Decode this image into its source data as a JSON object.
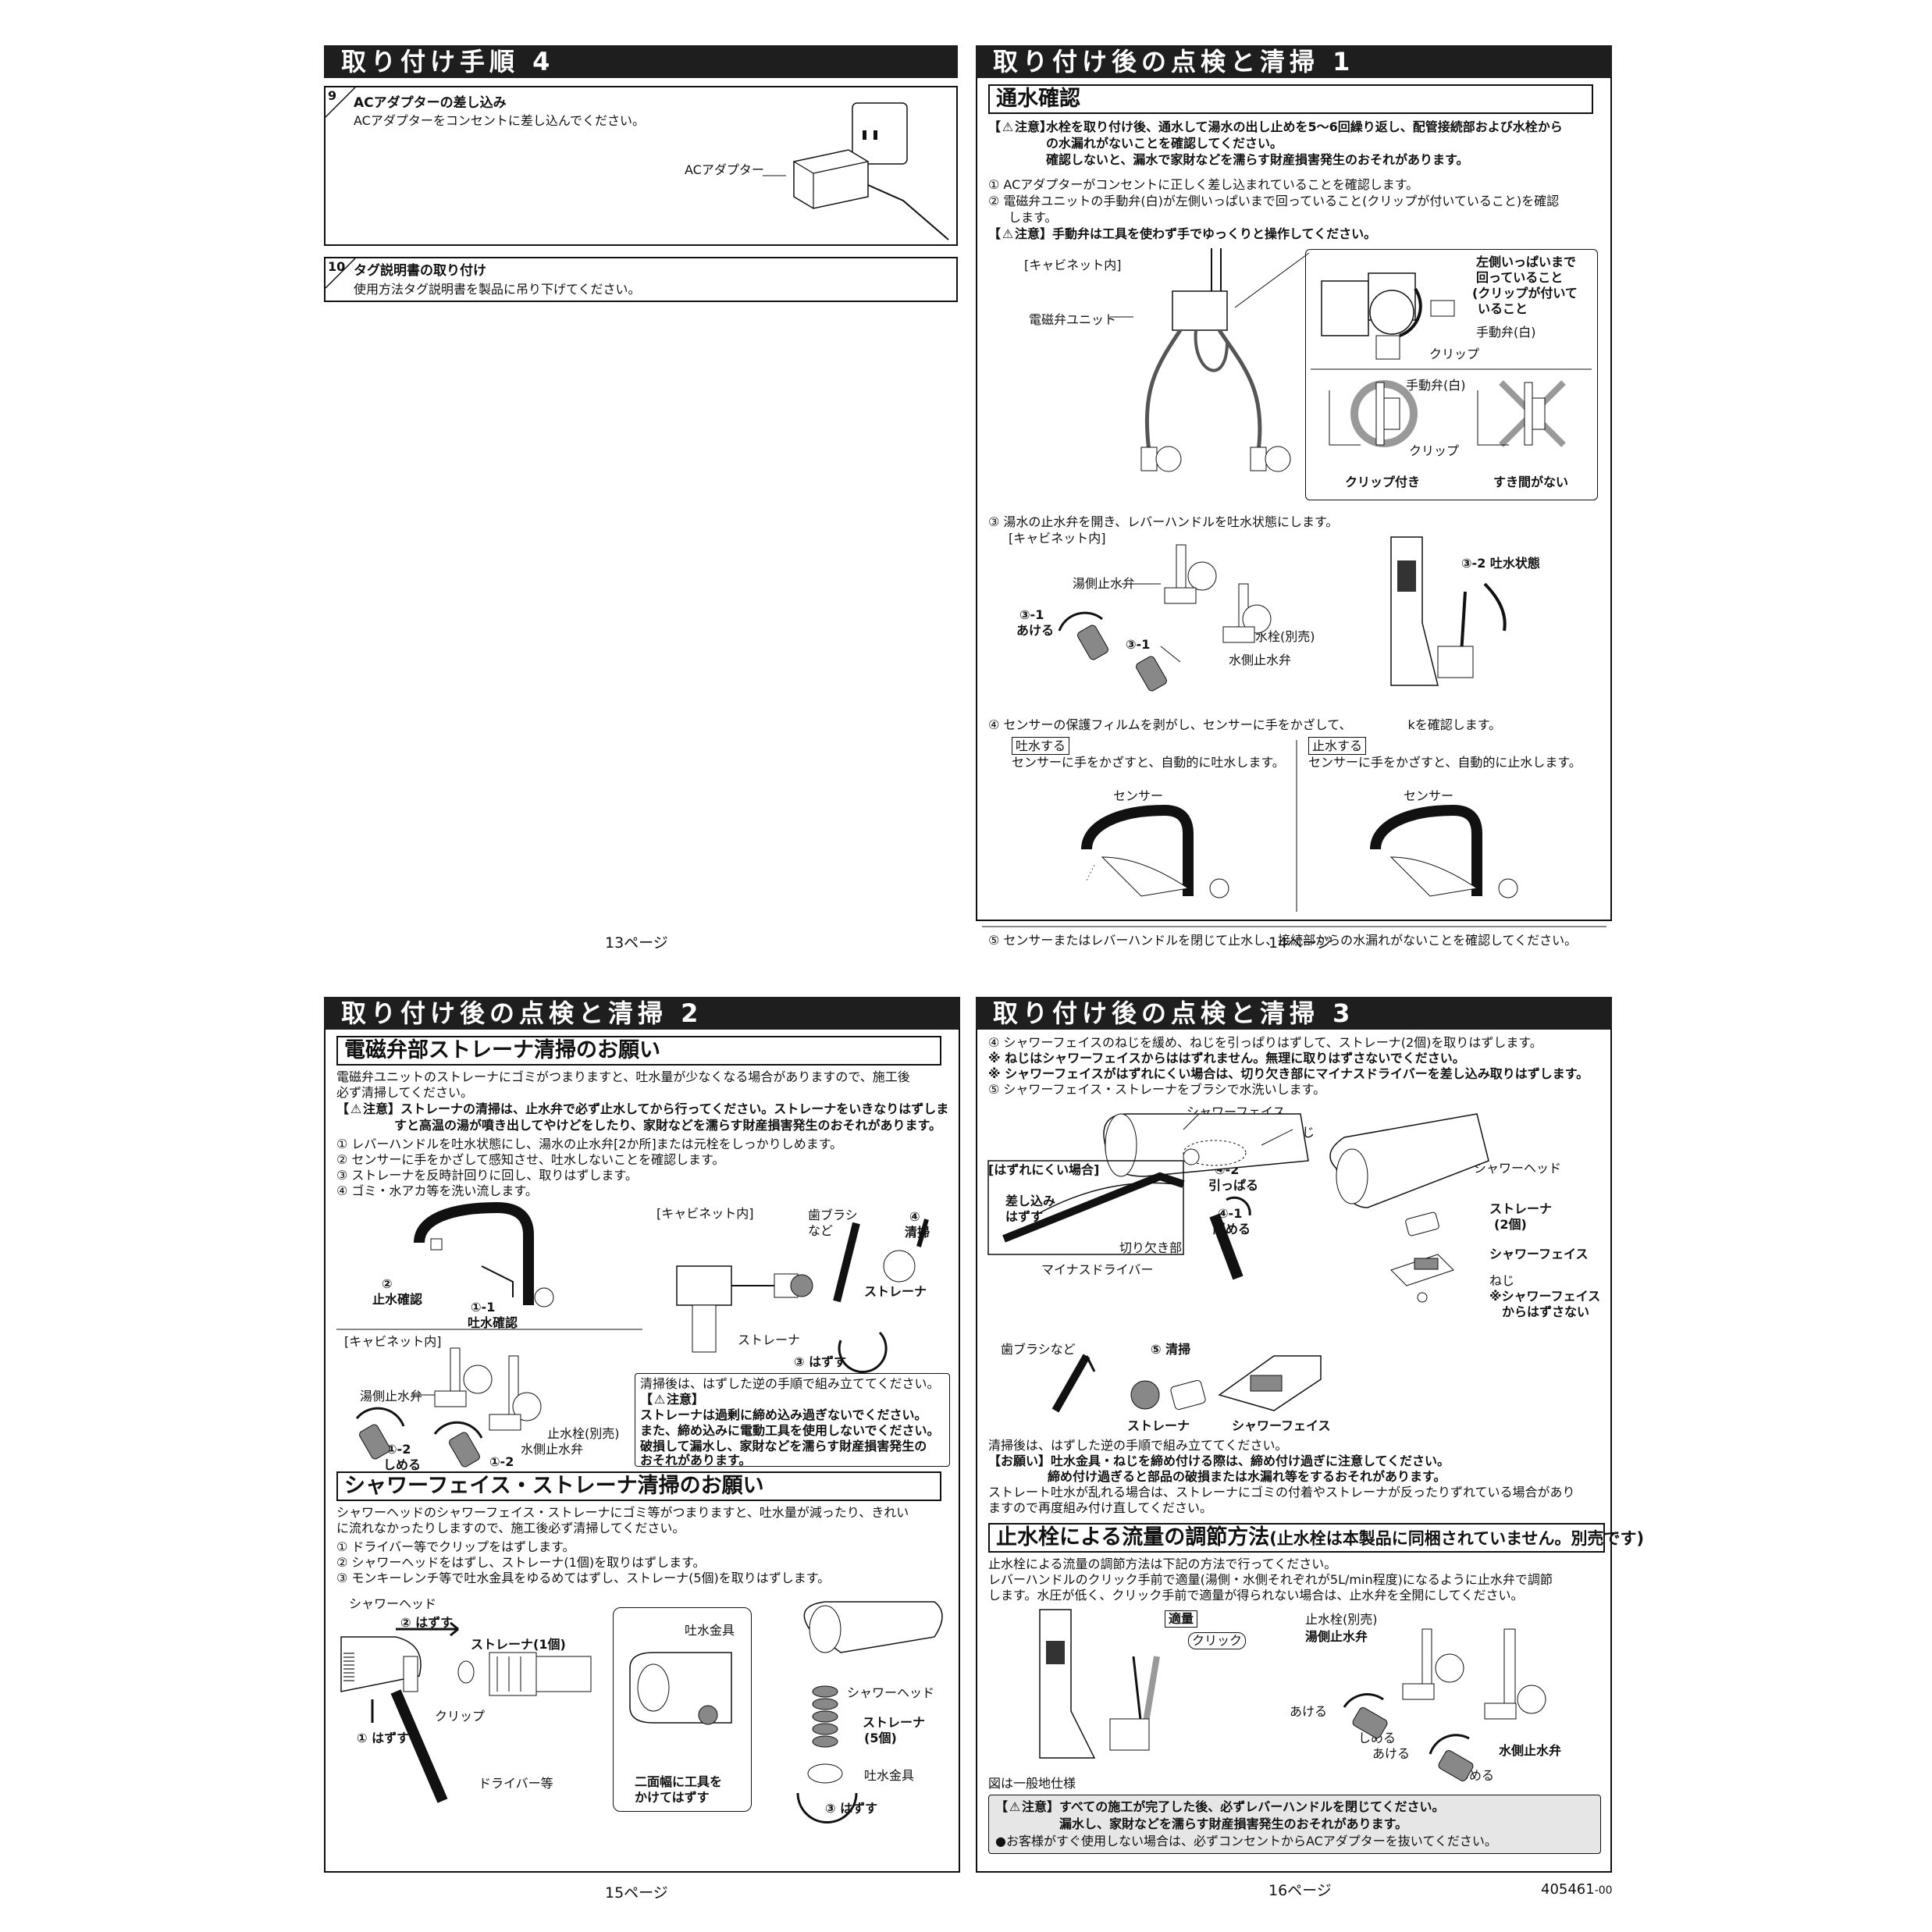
{
  "p13": {
    "title": "取り付け手順 4",
    "s9_no": "9",
    "s9_title": "ACアダプターの差し込み",
    "s9_text": "ACアダプターをコンセントに差し込んでください。",
    "s9_label": "ACアダプター",
    "s10_no": "10",
    "s10_title": "タグ説明書の取り付け",
    "s10_text": "使用方法タグ説明書を製品に吊り下げてください。",
    "page_no": "13ページ"
  },
  "p14": {
    "title": "取り付け後の点検と清掃 1",
    "sub": "通水確認",
    "warn_head": "【 注意】",
    "warn1": "水栓を取り付け後、通水して湯水の出し止めを5～6回繰り返し、配管接続部および水栓から",
    "warn2": "の水漏れがないことを確認してください。",
    "warn3": "確認しないと、漏水で家財などを濡らす財産損害発生のおそれがあります。",
    "s1": "① ACアダプターがコンセントに正しく差し込まれていることを確認します。",
    "s2a": "② 電磁弁ユニットの手動弁(白)が左側いっぱいまで回っていること(クリップが付いていること)を確認",
    "s2b": "します。",
    "caution2_head": "【 注意】",
    "caution2": "手動弁は工具を使わず手でゆっくりと操作してください。",
    "cabinet": "[キャビネット内]",
    "unit": "電磁弁ユニット",
    "left_full1": "左側いっぱいまで",
    "left_full2": "回っていること",
    "left_full3": "(クリップが付いて",
    "left_full4": "いること",
    "manual_valve": "手動弁(白)",
    "clip": "クリップ",
    "manual_valve2": "手動弁(白)",
    "clip2": "クリップ",
    "ok_label": "クリップ付き",
    "ng_label": "すき間がない",
    "s3": "③ 湯水の止水弁を開き、レバーハンドルを吐水状態にします。",
    "cabinet2": "[キャビネット内]",
    "hot_valve": "湯側止水弁",
    "open1": "③-1",
    "open1b": "あける",
    "open2": "③-1",
    "stop_cock": "止水栓(別売)",
    "cold_valve": "水側止水弁",
    "discharge": "③-2 吐水状態",
    "s4": "④ センサーの保護フィルムを剥がし、センサーに手をかざして、　　　　　kを確認します。",
    "tab_discharge": "吐水する",
    "tab_discharge_text": "センサーに手をかざすと、自動的に吐水します。",
    "tab_stop": "止水する",
    "tab_stop_text": "センサーに手をかざすと、自動的に止水します。",
    "sensor": "センサー",
    "sensor2": "センサー",
    "s5": "⑤ センサーまたはレバーハンドルを閉じて止水し、接続部からの水漏れがないことを確認してください。",
    "page_no": "14ページ"
  },
  "p15": {
    "title": "取り付け後の点検と清掃 2",
    "sub1": "電磁弁部ストレーナ清掃のお願い",
    "t1": "電磁弁ユニットのストレーナにゴミがつまりますと、吐水量が少なくなる場合がありますので、施工後",
    "t2": "必ず清掃してください。",
    "w_head": "【 注意】",
    "w1": "ストレーナの清掃は、止水弁で必ず止水してから行ってください。ストレーナをいきなりはずしま",
    "w2": "すと高温の湯が噴き出してやけどをしたり、家財などを濡らす財産損害発生のおそれがあります。",
    "a1": "① レバーハンドルを吐水状態にし、湯水の止水弁[2か所]または元栓をしっかりしめます。",
    "a2": "② センサーに手をかざして感知させ、吐水しないことを確認します。",
    "a3": "③ ストレーナを反時計回りに回し、取りはずします。",
    "a4": "④ ゴミ・水アカ等を洗い流します。",
    "f_stop": "②",
    "f_stop2": "止水確認",
    "f_dis": "①-1",
    "f_dis2": "吐水確認",
    "cabinet": "[キャビネット内]",
    "brush": "歯ブラシ",
    "brush2": "など",
    "clean_no": "④",
    "clean": "清掃",
    "strainer": "ストレーナ",
    "strainer2": "ストレーナ",
    "remove": "③ はずす",
    "cabinet2": "[キャビネット内]",
    "hot_valve": "湯側止水弁",
    "close1": "①-2",
    "close1b": "しめる",
    "close2": "①-2",
    "stop_cock": "止水栓(別売)",
    "cold_valve": "水側止水弁",
    "n1": "清掃後は、はずした逆の手順で組み立ててください。",
    "n_head": "【 注意】",
    "n2": "ストレーナは過剰に締め込み過ぎないでください。",
    "n3": "また、締め込みに電動工具を使用しないでください。",
    "n4": "破損して漏水し、家財などを濡らす財産損害発生の",
    "n5": "おそれがあります。",
    "sub2": "シャワーフェイス・ストレーナ清掃のお願い",
    "u1": "シャワーヘッドのシャワーフェイス・ストレーナにゴミ等がつまりますと、吐水量が減ったり、きれい",
    "u2": "に流れなかったりしますので、施工後必ず清掃してください。",
    "b1": "① ドライバー等でクリップをはずします。",
    "b2": "② シャワーヘッドをはずし、ストレーナ(1個)を取りはずします。",
    "b3": "③ モンキーレンチ等で吐水金具をゆるめてはずし、ストレーナ(5個)を取りはずします。",
    "shower_head": "シャワーヘッド",
    "remove2": "② はずす",
    "strainer1": "ストレーナ(1個)",
    "clip": "クリップ",
    "remove1": "① はずす",
    "driver": "ドライバー等",
    "spout_fit": "吐水金具",
    "shower_head2": "シャワーヘッド",
    "strainer5a": "ストレーナ",
    "strainer5b": "(5個)",
    "tool1": "二面幅に工具を",
    "tool2": "かけてはずす",
    "spout_fit2": "吐水金具",
    "remove3": "③ はずす",
    "page_no": "15ページ"
  },
  "p16": {
    "title": "取り付け後の点検と清掃 3",
    "c1": "④ シャワーフェイスのねじを緩め、ねじを引っぱりはずして、ストレーナ(2個)を取りはずします。",
    "c2": "※ ねじはシャワーフェイスからははずれません。無理に取りはずさないでください。",
    "c3": "※ シャワーフェイスがはずれにくい場合は、切り欠き部にマイナスドライバーを差し込み取りはずします。",
    "c4": "⑤ シャワーフェイス・ストレーナをブラシで水洗いします。",
    "face": "シャワーフェイス",
    "screw": "ねじ",
    "hard_case": "[はずれにくい場合]",
    "insert1": "差し込み",
    "insert2": "はずす",
    "pull1": "④-2",
    "pull2": "引っぱる",
    "loosen1": "④-1",
    "loosen2": "緩める",
    "notch": "切り欠き部",
    "minus": "マイナスドライバー",
    "shower_head": "シャワーヘッド",
    "strainer2a": "ストレーナ",
    "strainer2b": "(2個)",
    "face2": "シャワーフェイス",
    "screw2": "ねじ",
    "note1": "※シャワーフェイス",
    "note2": "からはずさない",
    "brush": "歯ブラシなど",
    "clean": "⑤ 清掃",
    "strainer3": "ストレーナ",
    "face3": "シャワーフェイス",
    "d1": "清掃後は、はずした逆の手順で組み立ててください。",
    "d2": "【お願い】吐水金具・ねじを締め付ける際は、締め付け過ぎに注意してください。",
    "d3": "締め付け過ぎると部品の破損または水漏れ等をするおそれがあります。",
    "d4": "ストレート吐水が乱れる場合は、ストレーナにゴミの付着やストレーナが反ったりずれている場合があり",
    "d5": "ますので再度組み付け直してください。",
    "sub": "止水栓による流量の調節方法",
    "sub_small": "(止水栓は本製品に同梱されていません。別売です)",
    "e1": "止水栓による流量の調節方法は下記の方法で行ってください。",
    "e2": "レバーハンドルのクリック手前で適量(湯側・水側それぞれが5L/min程度)になるように止水弁で調節",
    "e3": "します。水圧が低く、クリック手前で適量が得られない場合は、止水弁を全開にしてください。",
    "proper": "適量",
    "click": "クリック",
    "general": "図は一般地仕様",
    "stop_cock": "止水栓(別売)",
    "hot_valve": "湯側止水弁",
    "open": "あける",
    "close": "しめる",
    "open2": "あける",
    "close2": "しめる",
    "cold_valve": "水側止水弁",
    "f_head": "【 注意】",
    "f1": "すべての施工が完了した後、必ずレバーハンドルを閉じてください。",
    "f2": "漏水し、家財などを濡らす財産損害発生のおそれがあります。",
    "f3": "●お客様がすぐ使用しない場合は、必ずコンセントからACアダプターを抜いてください。",
    "page_no": "16ページ",
    "doc_no": "405461",
    "doc_rev": "-00"
  }
}
